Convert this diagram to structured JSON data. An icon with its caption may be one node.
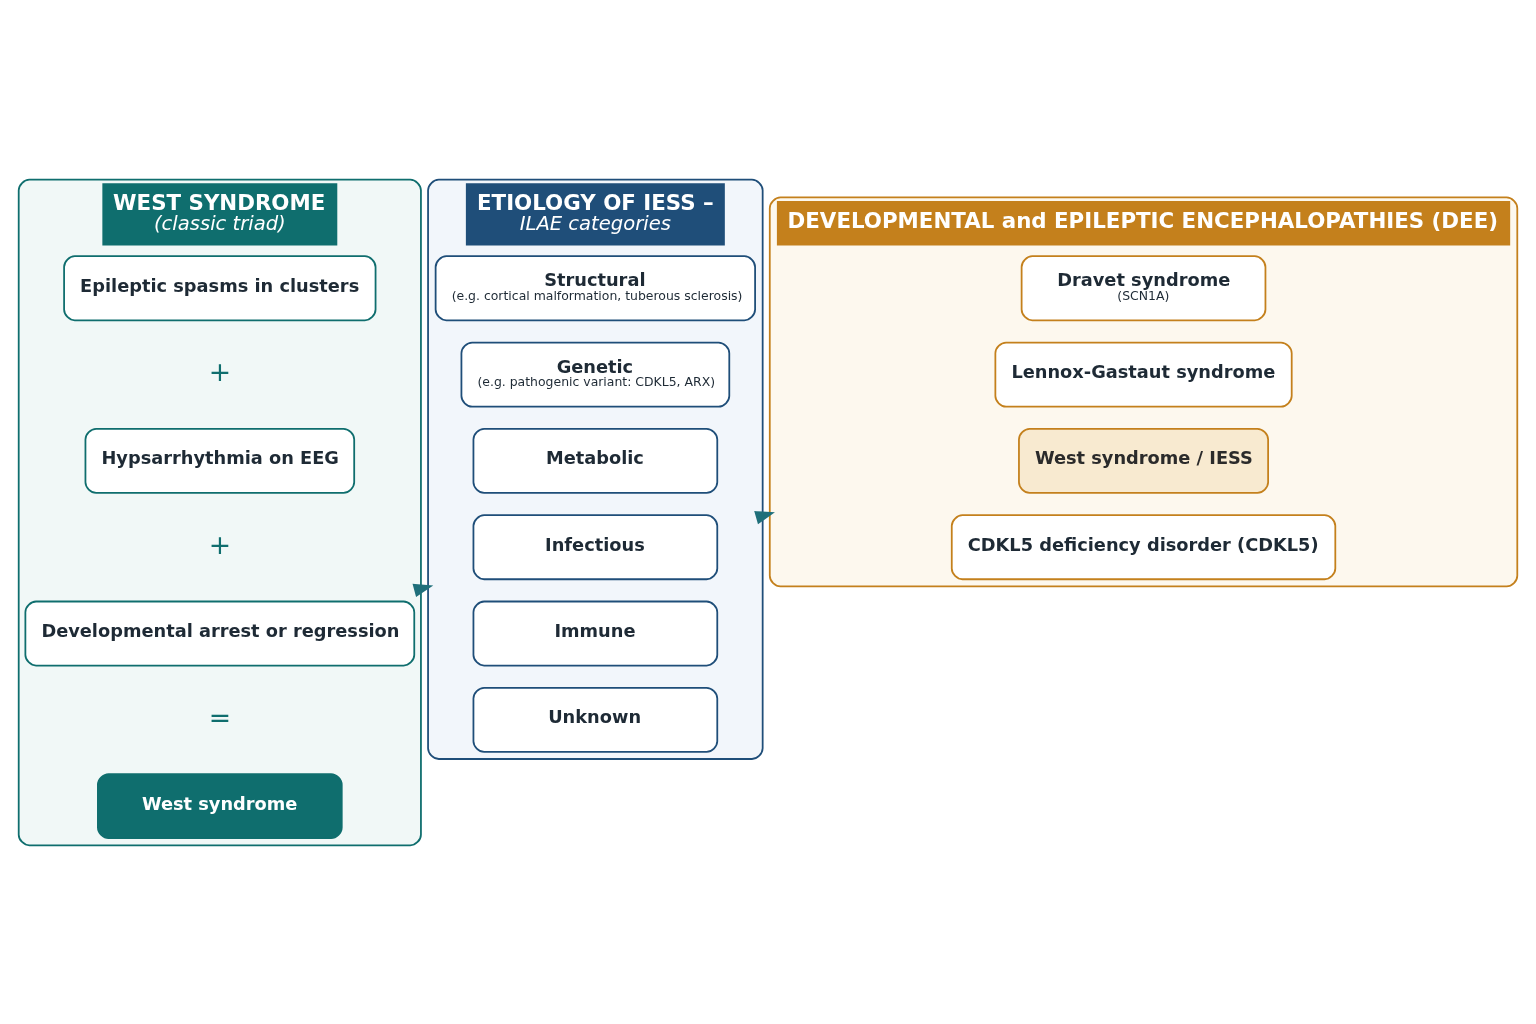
{
  "diagram": {
    "nodes": [
      {
        "text": [
          "WEST SYNDROME",
          "(classic triad)"
        ]
      },
      {
        "text": [
          "Epileptic spasms in clusters"
        ],
        "in": 0
      },
      {
        "text": [
          "Hypsarrhythmia on EEG"
        ],
        "in": 0
      },
      {
        "text": [
          "Developmental arrest or regression"
        ],
        "in": 0
      },
      {
        "text": [
          "West syndrome"
        ],
        "in": 0
      },
      {
        "text": [
          "ETIOLOGY OF IESS –",
          "ILAE categories"
        ]
      },
      {
        "text": [
          "Structural",
          "(e.g. cortical malformation, tuberous sclerosis)"
        ],
        "in": 5
      },
      {
        "text": [
          "Genetic",
          "(e.g. pathogenic variant: CDKL5, ARX)"
        ],
        "in": 5
      },
      {
        "text": [
          "Metabolic"
        ],
        "in": 5
      },
      {
        "text": [
          "Infectious"
        ],
        "in": 5
      },
      {
        "text": [
          "Immune"
        ],
        "in": 5
      },
      {
        "text": [
          "Unknown"
        ],
        "in": 5
      },
      {
        "text": [
          "DEVELOPMENTAL and EPILEPTIC ENCEPHALOPATHIES (DEE)"
        ]
      },
      {
        "text": [
          "Dravet syndrome",
          "(SCN1A)"
        ],
        "in": 12
      },
      {
        "text": [
          "Lennox-Gastaut syndrome"
        ],
        "in": 12
      },
      {
        "text": [
          "West syndrome / IESS"
        ],
        "in": 12
      },
      {
        "text": [
          "CDKL5 deficiency disorder (CDKL5)"
        ],
        "in": 12
      }
    ],
    "edges": [
      {
        "from": 0,
        "to": 5,
        "arrow": "to"
      },
      {
        "from": 5,
        "to": 12,
        "arrow": "to"
      }
    ],
    "labels": [
      "+",
      "+",
      "="
    ]
  }
}
